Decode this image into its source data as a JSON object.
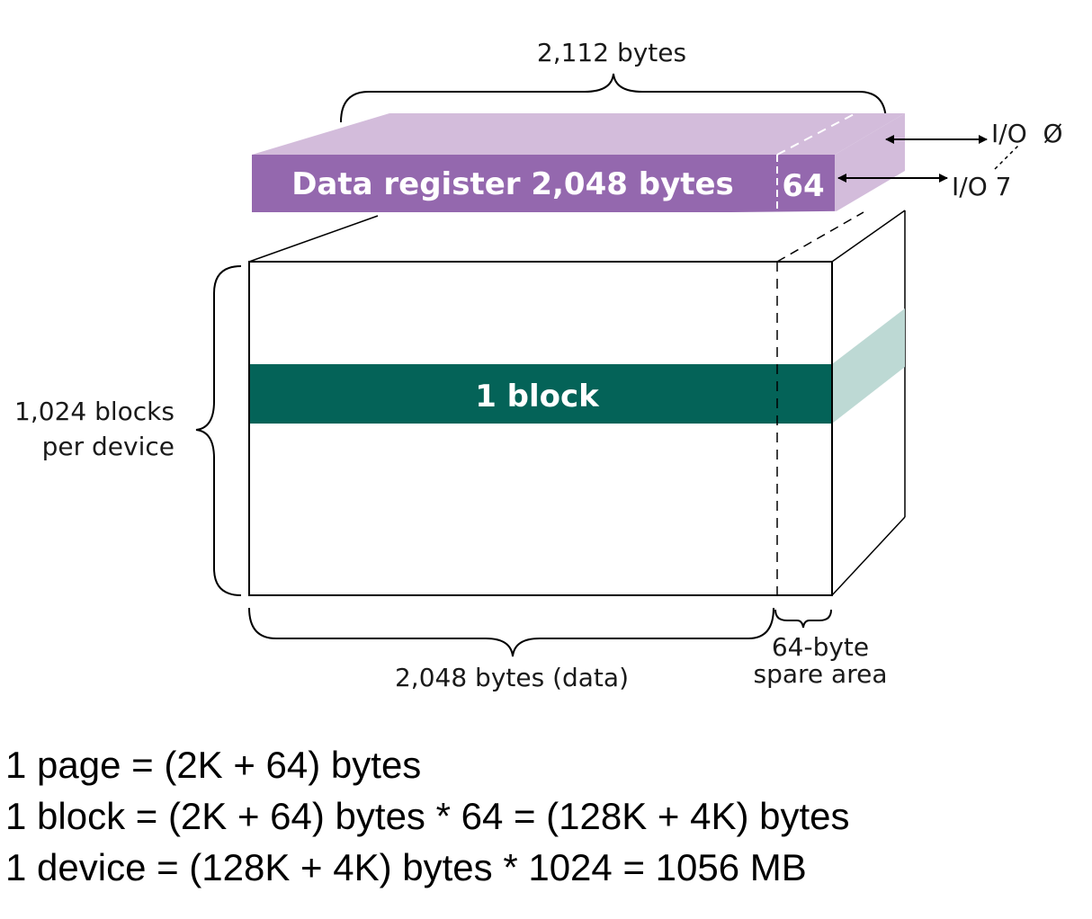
{
  "colors": {
    "register_top": "#d3bcdb",
    "register_front": "#9468ae",
    "register_side": "#d3bcdb",
    "block_band": "#046358",
    "block_band_side": "#bdd9d4",
    "outline": "#000000"
  },
  "labels": {
    "total_bytes": "2,112 bytes",
    "data_register": "Data register 2,048 bytes",
    "spare_register": "64",
    "io_top": "I/O  Ø",
    "io_bottom": "I/O 7",
    "block": "1 block",
    "blocks_line1": "1,024 blocks",
    "blocks_line2": "per device",
    "data_bytes": "2,048 bytes (data)",
    "spare_line1": "64-byte",
    "spare_line2": "spare area"
  },
  "formulas": [
    "1 page = (2K + 64) bytes",
    "1 block = (2K + 64) bytes * 64 = (128K + 4K) bytes",
    "1 device = (128K + 4K) bytes * 1024 = 1056 MB"
  ]
}
